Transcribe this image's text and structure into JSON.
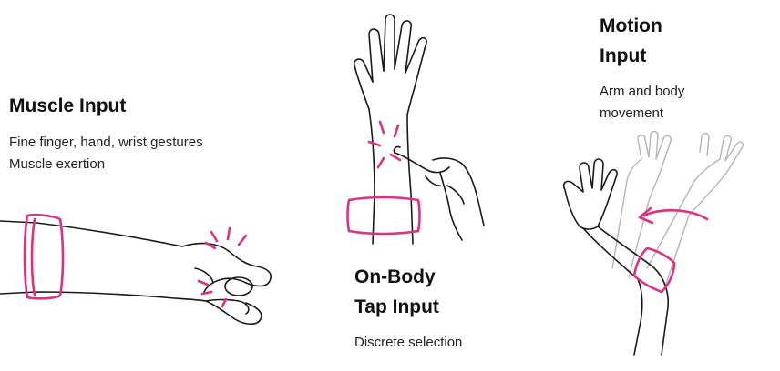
{
  "colors": {
    "accent": "#e0307e",
    "ink": "#1a1a1a",
    "ghost": "#b5b5b5"
  },
  "muscle": {
    "title": "Muscle Input",
    "line1": "Fine finger, hand, wrist gestures",
    "line2": "Muscle exertion"
  },
  "tap": {
    "title_line1": "On-Body",
    "title_line2": "Tap Input",
    "desc": "Discrete selection"
  },
  "motion": {
    "title_line1": "Motion",
    "title_line2": "Input",
    "desc_line1": "Arm and body",
    "desc_line2": "movement"
  }
}
